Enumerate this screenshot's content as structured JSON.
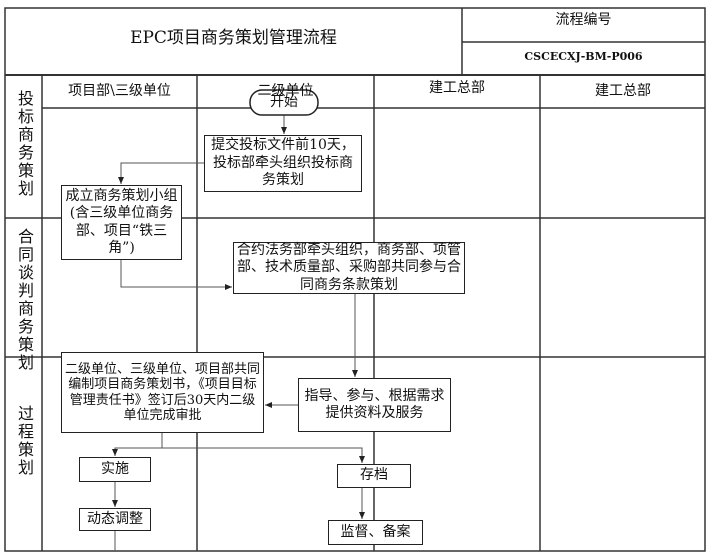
{
  "header": {
    "title": "EPC项目商务策划管理流程",
    "code_label": "流程编号",
    "code_value": "CSCECXJ-BM-P006"
  },
  "columns": [
    "项目部\\三级单位",
    "二级单位",
    "建工总部",
    "建工总部"
  ],
  "lanes": [
    "投标商务策划",
    "合同谈判商务策划",
    "过程策划"
  ],
  "nodes": {
    "start": "开始",
    "submit": "提交投标文件前10天，投标部牵头组织投标商务策划",
    "team": "成立商务策划小组(含三级单位商务部、项目“铁三角”)",
    "contract": "合约法务部牵头组织，商务部、项管部、技术质量部、采购部共同参与合同商务条款策划",
    "compile": "二级单位、三级单位、项目部共同编制项目商务策划书，《项目目标管理责任书》签订后30天内二级单位完成审批",
    "guide": "指导、参与、根据需求提供资料及服务",
    "implement": "实施",
    "adjust": "动态调整",
    "archive": "存档",
    "supervise": "监督、备案"
  }
}
